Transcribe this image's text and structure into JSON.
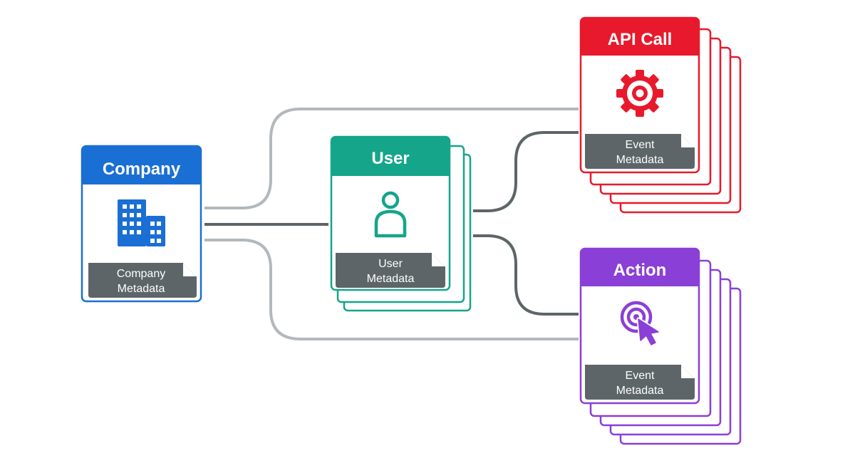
{
  "colors": {
    "company": "#1a6fd4",
    "user": "#14a58a",
    "api_call": "#e8192c",
    "action": "#8a3fd6",
    "metadata_tag": "#5d6568",
    "line_light": "#b2b8bc",
    "line_dark": "#5d6568"
  },
  "company": {
    "title": "Company",
    "icon": "building-icon",
    "metadata_line1": "Company",
    "metadata_line2": "Metadata"
  },
  "user": {
    "title": "User",
    "icon": "person-icon",
    "metadata_line1": "User",
    "metadata_line2": "Metadata"
  },
  "api_call": {
    "title": "API Call",
    "icon": "gear-icon",
    "metadata_line1": "Event",
    "metadata_line2": "Metadata"
  },
  "action": {
    "title": "Action",
    "icon": "target-cursor-icon",
    "metadata_line1": "Event",
    "metadata_line2": "Metadata"
  }
}
